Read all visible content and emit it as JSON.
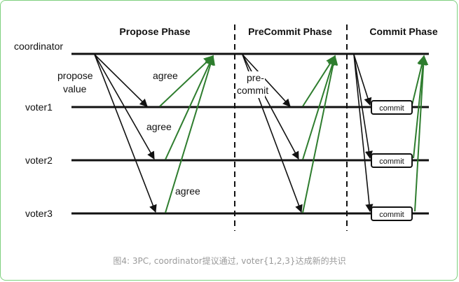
{
  "phases": {
    "propose": "Propose Phase",
    "precommit": "PreCommit Phase",
    "commit": "Commit Phase"
  },
  "participants": {
    "coordinator": "coordinator",
    "voter1": "voter1",
    "voter2": "voter2",
    "voter3": "voter3"
  },
  "messages": {
    "propose_line1": "propose",
    "propose_line2": "value",
    "precommit_line1": "pre-",
    "precommit_line2": "commit",
    "agree_1": "agree",
    "agree_2": "agree",
    "agree_3": "agree"
  },
  "commit_boxes": [
    "commit",
    "commit",
    "commit"
  ],
  "caption": "图4: 3PC, coordinator提议通过, voter{1,2,3}达成新的共识",
  "colors": {
    "request_arrow": "#111111",
    "reply_arrow": "#2e7d2e",
    "frame_border": "#7ed07e"
  }
}
